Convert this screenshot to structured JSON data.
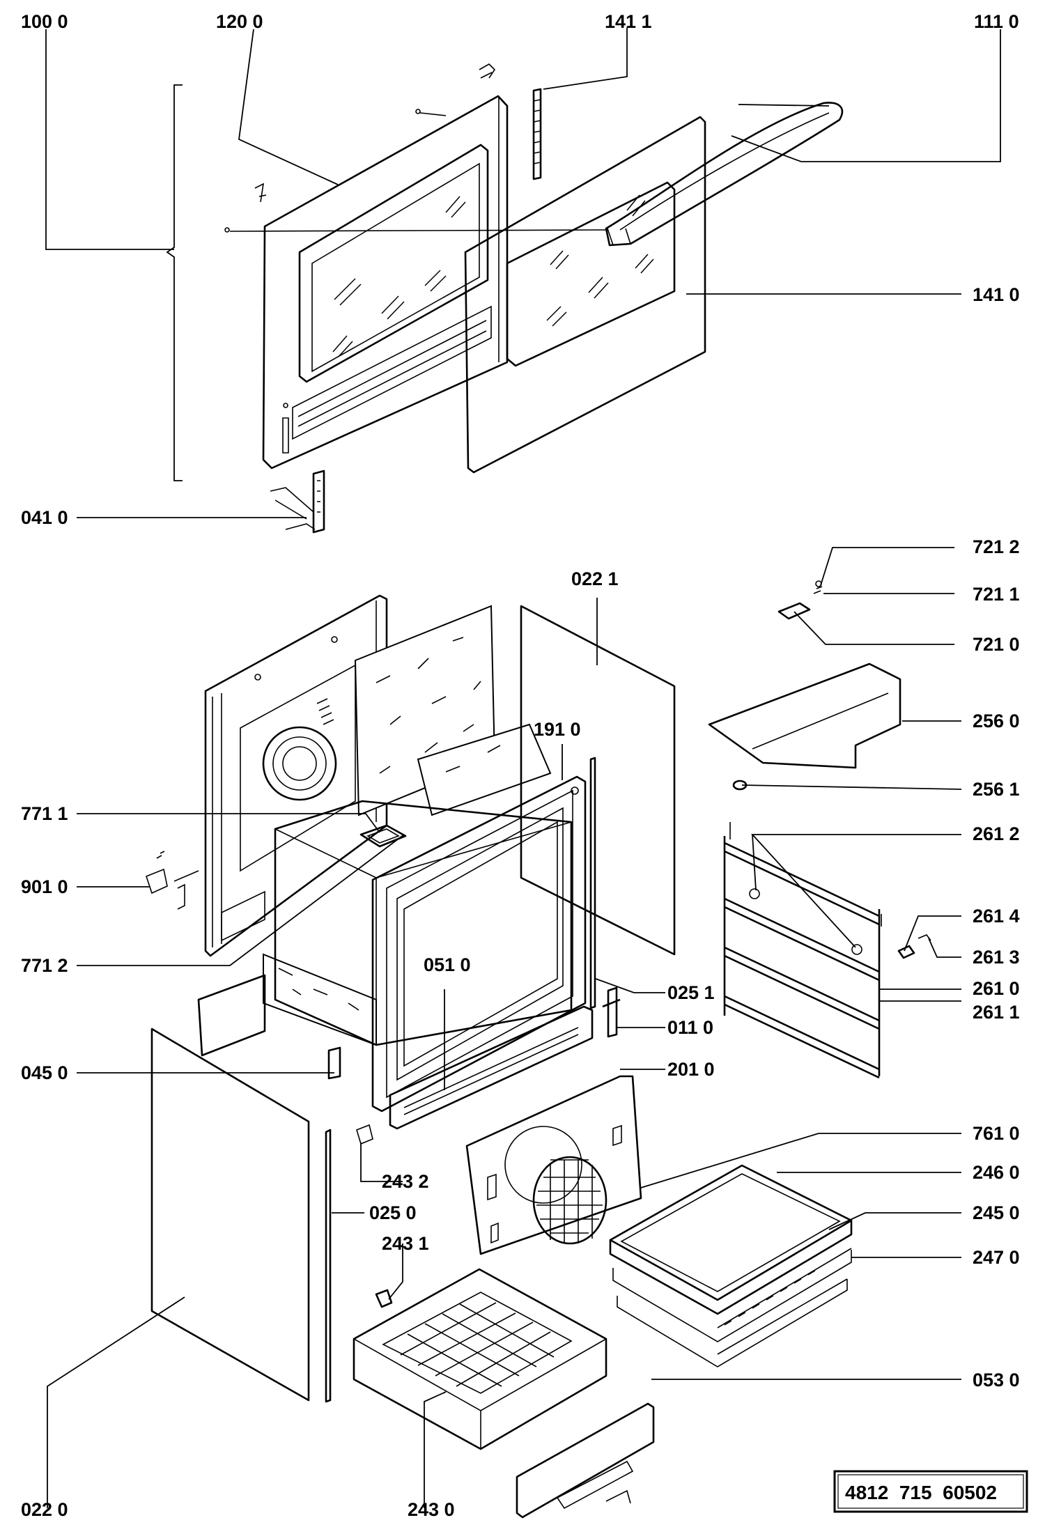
{
  "diagram": {
    "reference_number": "4812  715  60502",
    "callouts": [
      {
        "id": "100-0",
        "label": "100 0"
      },
      {
        "id": "120-0",
        "label": "120  0"
      },
      {
        "id": "141-1",
        "label": "141 1"
      },
      {
        "id": "111-0",
        "label": "111 0"
      },
      {
        "id": "141-0",
        "label": "141 0"
      },
      {
        "id": "041-0",
        "label": "041 0"
      },
      {
        "id": "721-2",
        "label": "721 2"
      },
      {
        "id": "721-1",
        "label": "721 1"
      },
      {
        "id": "721-0",
        "label": "721 0"
      },
      {
        "id": "022-1",
        "label": "022 1"
      },
      {
        "id": "256-0",
        "label": "256 0"
      },
      {
        "id": "191-0",
        "label": "191  0"
      },
      {
        "id": "256-1",
        "label": "256 1"
      },
      {
        "id": "771-1",
        "label": "771 1"
      },
      {
        "id": "261-2",
        "label": "261 2"
      },
      {
        "id": "901-0",
        "label": "901 0"
      },
      {
        "id": "261-4",
        "label": "261 4"
      },
      {
        "id": "261-3",
        "label": "261 3"
      },
      {
        "id": "771-2",
        "label": "771 2"
      },
      {
        "id": "051-0",
        "label": "051 0"
      },
      {
        "id": "025-1",
        "label": "025 1"
      },
      {
        "id": "261-0",
        "label": "261 0"
      },
      {
        "id": "261-1",
        "label": "261 1"
      },
      {
        "id": "011-0",
        "label": "011 0"
      },
      {
        "id": "045-0",
        "label": "045 0"
      },
      {
        "id": "201-0",
        "label": "201 0"
      },
      {
        "id": "761-0",
        "label": "761 0"
      },
      {
        "id": "246-0",
        "label": "246 0"
      },
      {
        "id": "243-2",
        "label": "243 2"
      },
      {
        "id": "025-0",
        "label": "025 0"
      },
      {
        "id": "245-0",
        "label": "245 0"
      },
      {
        "id": "243-1",
        "label": "243 1"
      },
      {
        "id": "247-0",
        "label": "247 0"
      },
      {
        "id": "053-0",
        "label": "053 0"
      },
      {
        "id": "022-0",
        "label": "022 0"
      },
      {
        "id": "243-0",
        "label": "243  0"
      }
    ]
  }
}
